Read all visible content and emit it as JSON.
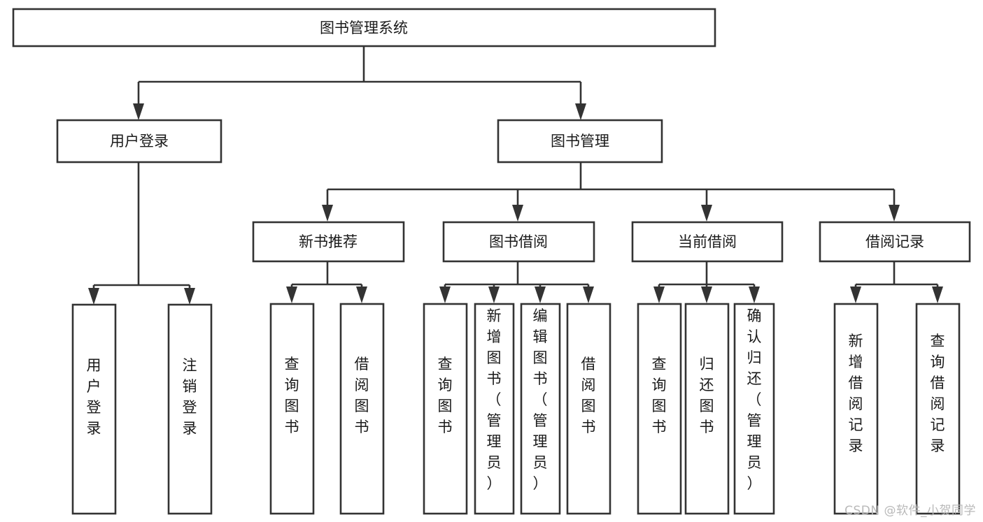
{
  "diagram": {
    "title": "图书管理系统",
    "type": "tree-hierarchy-chart",
    "root": {
      "id": "root",
      "label": "图书管理系统",
      "orientation": "horizontal"
    },
    "level2": [
      {
        "id": "user-login",
        "label": "用户登录",
        "orientation": "horizontal"
      },
      {
        "id": "book-management",
        "label": "图书管理",
        "orientation": "horizontal"
      }
    ],
    "level3": [
      {
        "id": "new-book-recommend",
        "label": "新书推荐",
        "orientation": "horizontal",
        "parent": "book-management"
      },
      {
        "id": "book-borrow",
        "label": "图书借阅",
        "orientation": "horizontal",
        "parent": "book-management"
      },
      {
        "id": "current-borrow",
        "label": "当前借阅",
        "orientation": "horizontal",
        "parent": "book-management"
      },
      {
        "id": "borrow-record",
        "label": "借阅记录",
        "orientation": "horizontal",
        "parent": "book-management"
      }
    ],
    "leaves": {
      "user_login": [
        {
          "id": "leaf-user-login",
          "label": "用户登录",
          "orientation": "vertical"
        },
        {
          "id": "leaf-logout-login",
          "label": "注销登录",
          "orientation": "vertical"
        }
      ],
      "new_book_recommend": [
        {
          "id": "leaf-query-book-1",
          "label": "查询图书",
          "orientation": "vertical"
        },
        {
          "id": "leaf-borrow-book-1",
          "label": "借阅图书",
          "orientation": "vertical"
        }
      ],
      "book_borrow": [
        {
          "id": "leaf-query-book-2",
          "label": "查询图书",
          "orientation": "vertical"
        },
        {
          "id": "leaf-add-book-admin",
          "label": "新增图书（管理员）",
          "orientation": "vertical"
        },
        {
          "id": "leaf-edit-book-admin",
          "label": "编辑图书（管理员）",
          "orientation": "vertical"
        },
        {
          "id": "leaf-borrow-book-2",
          "label": "借阅图书",
          "orientation": "vertical"
        }
      ],
      "current_borrow": [
        {
          "id": "leaf-query-book-3",
          "label": "查询图书",
          "orientation": "vertical"
        },
        {
          "id": "leaf-return-book",
          "label": "归还图书",
          "orientation": "vertical"
        },
        {
          "id": "leaf-confirm-return-admin",
          "label": "确认归还（管理员）",
          "orientation": "vertical"
        }
      ],
      "borrow_record": [
        {
          "id": "leaf-add-borrow-record",
          "label": "新增借阅记录",
          "orientation": "vertical"
        },
        {
          "id": "leaf-query-borrow-record",
          "label": "查询借阅记录",
          "orientation": "vertical"
        }
      ]
    },
    "colors": {
      "stroke": "#333333",
      "box_fill": "#ffffff",
      "text": "#1a1a1a",
      "background": "#ffffff",
      "watermark": "#b9b9b9"
    }
  },
  "watermark": {
    "text": "CSDN @软件_小贺同学"
  }
}
